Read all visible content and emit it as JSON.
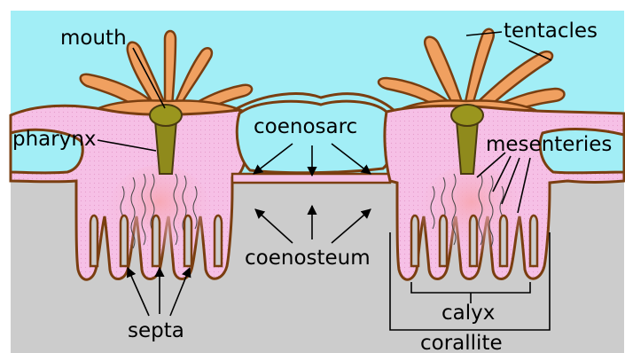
{
  "labels": {
    "mouth": "mouth",
    "tentacles": "tentacles",
    "pharynx": "pharynx",
    "coenosarc": "coenosarc",
    "mesenteries": "mesenteries",
    "coenosteum": "coenosteum",
    "septa": "septa",
    "calyx": "calyx",
    "corallite": "corallite"
  },
  "colors": {
    "seawater": "#a2eef6",
    "skeleton": "#cccccc",
    "tissue": "#f6c0e6",
    "tissue_outline": "#7a3e10",
    "tentacle": "#f0a060",
    "pharynx_fill": "#8f8a1c",
    "mouth_disk": "#9a961e"
  }
}
